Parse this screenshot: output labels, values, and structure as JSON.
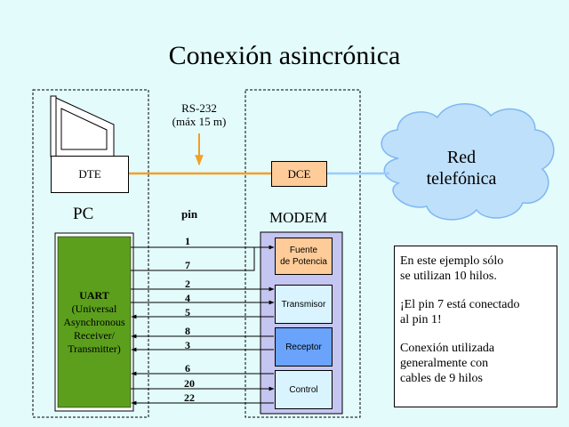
{
  "title": "Conexión asincrónica",
  "link": {
    "name": "RS-232",
    "max_length": "(máx 15 m)"
  },
  "pc": {
    "label": "PC",
    "terminal": "DTE",
    "uart": [
      "UART",
      "(Universal",
      "Asynchronous",
      "Receiver/",
      "Transmitter)"
    ]
  },
  "modem": {
    "label": "MODEM",
    "equipment": "DCE",
    "blocks": {
      "power": [
        "Fuente",
        "de Potencia"
      ],
      "transmitter": "Transmisor",
      "receiver": "Receptor",
      "control": "Control"
    }
  },
  "network": [
    "Red",
    "telefónica"
  ],
  "pin_header": "pin",
  "pins": [
    "1",
    "7",
    "2",
    "4",
    "5",
    "8",
    "3",
    "6",
    "20",
    "22"
  ],
  "notes": [
    "En este ejemplo sólo\nse utilizan 10 hilos.",
    "¡El pin 7 está conectado\n al pin 1!",
    "Conexión utilizada\ngeneralmente con\ncables de 9 hilos"
  ],
  "colors": {
    "background": "#e3fbfb",
    "uart": "#5c9f1d",
    "modem_panel": "#c5c5f1",
    "power_block": "#ffcc99",
    "transmitter_block": "#d9f3ff",
    "receiver_block": "#6aa3fb",
    "control_block": "#d9f3ff",
    "link_line": "#f3a024",
    "network_line": "#99ccff",
    "cloud": "#bfe0fa",
    "cloud_edge": "#7fb7f2"
  }
}
